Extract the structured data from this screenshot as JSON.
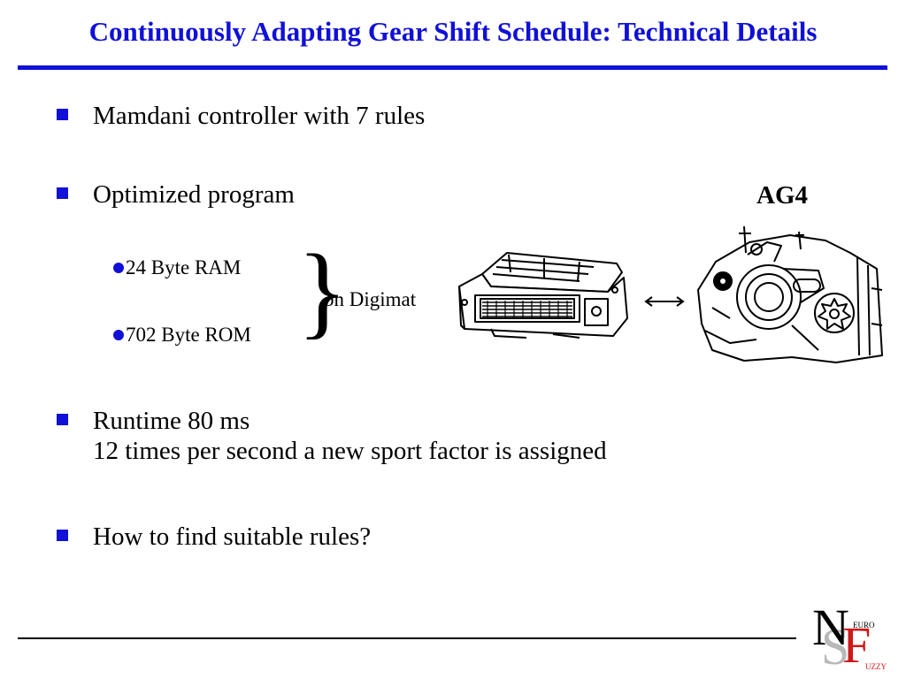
{
  "title": "Continuously Adapting Gear Shift Schedule: Technical Details",
  "bullets": [
    {
      "text": "Mamdani controller with 7 rules"
    },
    {
      "text": "Optimized program"
    },
    {
      "text": "Runtime 80 ms",
      "text2": "12 times per second a new sport factor is assigned"
    },
    {
      "text": "How to find suitable rules?"
    }
  ],
  "subbullets": [
    "24 Byte RAM",
    "702 Byte ROM"
  ],
  "brace_label": "on Digimat",
  "gearbox_label": "AG4",
  "logo": {
    "n": "N",
    "s": "S",
    "f": "F",
    "euro": "EURO",
    "uzzy": "UZZY"
  },
  "colors": {
    "accent": "#1010d8",
    "logo_red": "#d01818",
    "logo_grey": "#b8b8b8"
  }
}
